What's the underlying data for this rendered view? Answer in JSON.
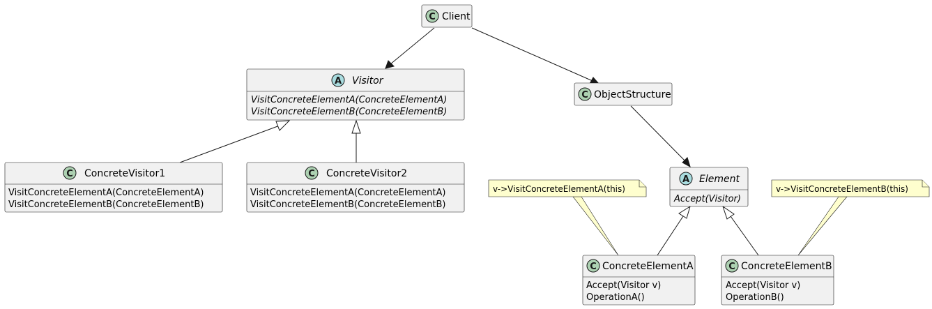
{
  "classes": {
    "client": {
      "name": "Client",
      "kind": "C",
      "methods": []
    },
    "visitor": {
      "name": "Visitor",
      "kind": "A",
      "methods": [
        "VisitConcreteElementA(ConcreteElementA)",
        "VisitConcreteElementB(ConcreteElementB)"
      ]
    },
    "object_structure": {
      "name": "ObjectStructure",
      "kind": "C",
      "methods": []
    },
    "concrete_visitor1": {
      "name": "ConcreteVisitor1",
      "kind": "C",
      "methods": [
        "VisitConcreteElementA(ConcreteElementA)",
        "VisitConcreteElementB(ConcreteElementB)"
      ]
    },
    "concrete_visitor2": {
      "name": "ConcreteVisitor2",
      "kind": "C",
      "methods": [
        "VisitConcreteElementA(ConcreteElementA)",
        "VisitConcreteElementB(ConcreteElementB)"
      ]
    },
    "element": {
      "name": "Element",
      "kind": "A",
      "methods": [
        "Accept(Visitor)"
      ]
    },
    "concrete_element_a": {
      "name": "ConcreteElementA",
      "kind": "C",
      "methods": [
        "Accept(Visitor v)",
        "OperationA()"
      ]
    },
    "concrete_element_b": {
      "name": "ConcreteElementB",
      "kind": "C",
      "methods": [
        "Accept(Visitor v)",
        "OperationB()"
      ]
    }
  },
  "notes": {
    "note_a": "v->VisitConcreteElementA(this)",
    "note_b": "v->VisitConcreteElementB(this)"
  },
  "colors": {
    "class_fill": "#f1f1f1",
    "class_icon": "#add1b2",
    "abstract_icon": "#a9dcdf",
    "note_fill": "#fefece",
    "line": "#181818"
  }
}
